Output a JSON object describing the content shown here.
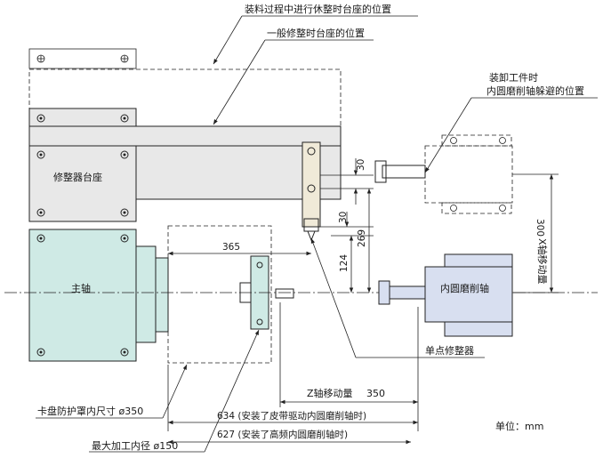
{
  "labels": {
    "rest_position": "装料过程中进行休整时台座的位置",
    "general_position": "一般修整时台座的位置",
    "unload_position_line1": "装卸工件时",
    "unload_position_line2": "内圆磨削轴躲避的位置",
    "dresser_base": "修整器台座",
    "spindle": "主轴",
    "internal_grinding_spindle": "内圆磨削轴",
    "single_point_dresser": "单点修整器",
    "chuck_guard": "卡盘防护罩内尺寸 ø350",
    "max_bore": "最大加工内径 ø150",
    "x_axis_travel": "X轴移动量",
    "z_axis_travel": "Z轴移动量",
    "unit": "单位：mm"
  },
  "dimensions": {
    "d365": "365",
    "d30_top": "30",
    "d30_mid": "30",
    "d269": "269",
    "d124": "124",
    "d300": "300",
    "z_travel": "350",
    "d634": "634 (安装了皮带驱动内圆磨削轴时)",
    "d627": "627 (安装了高频内圆磨削轴时)"
  },
  "colors": {
    "spindle_fill": "#cfeae5",
    "grinder_fill": "#d8dff0",
    "base_fill": "#e8e8e8",
    "dresser_fill": "#f0ead8"
  }
}
